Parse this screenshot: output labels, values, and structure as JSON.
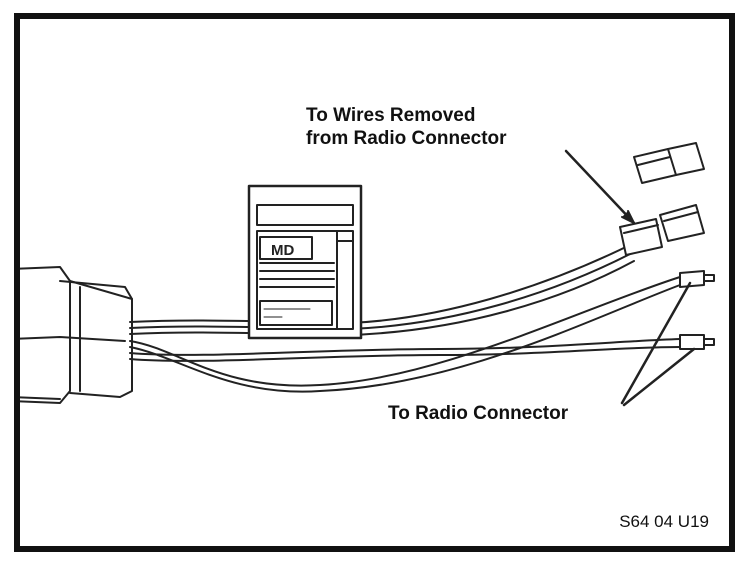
{
  "labels": {
    "wires_removed_line1": "To Wires Removed",
    "wires_removed_line2": "from Radio Connector",
    "radio_connector": "To Radio Connector"
  },
  "module": {
    "title": "MD"
  },
  "figure_id": "S64 04 U19"
}
